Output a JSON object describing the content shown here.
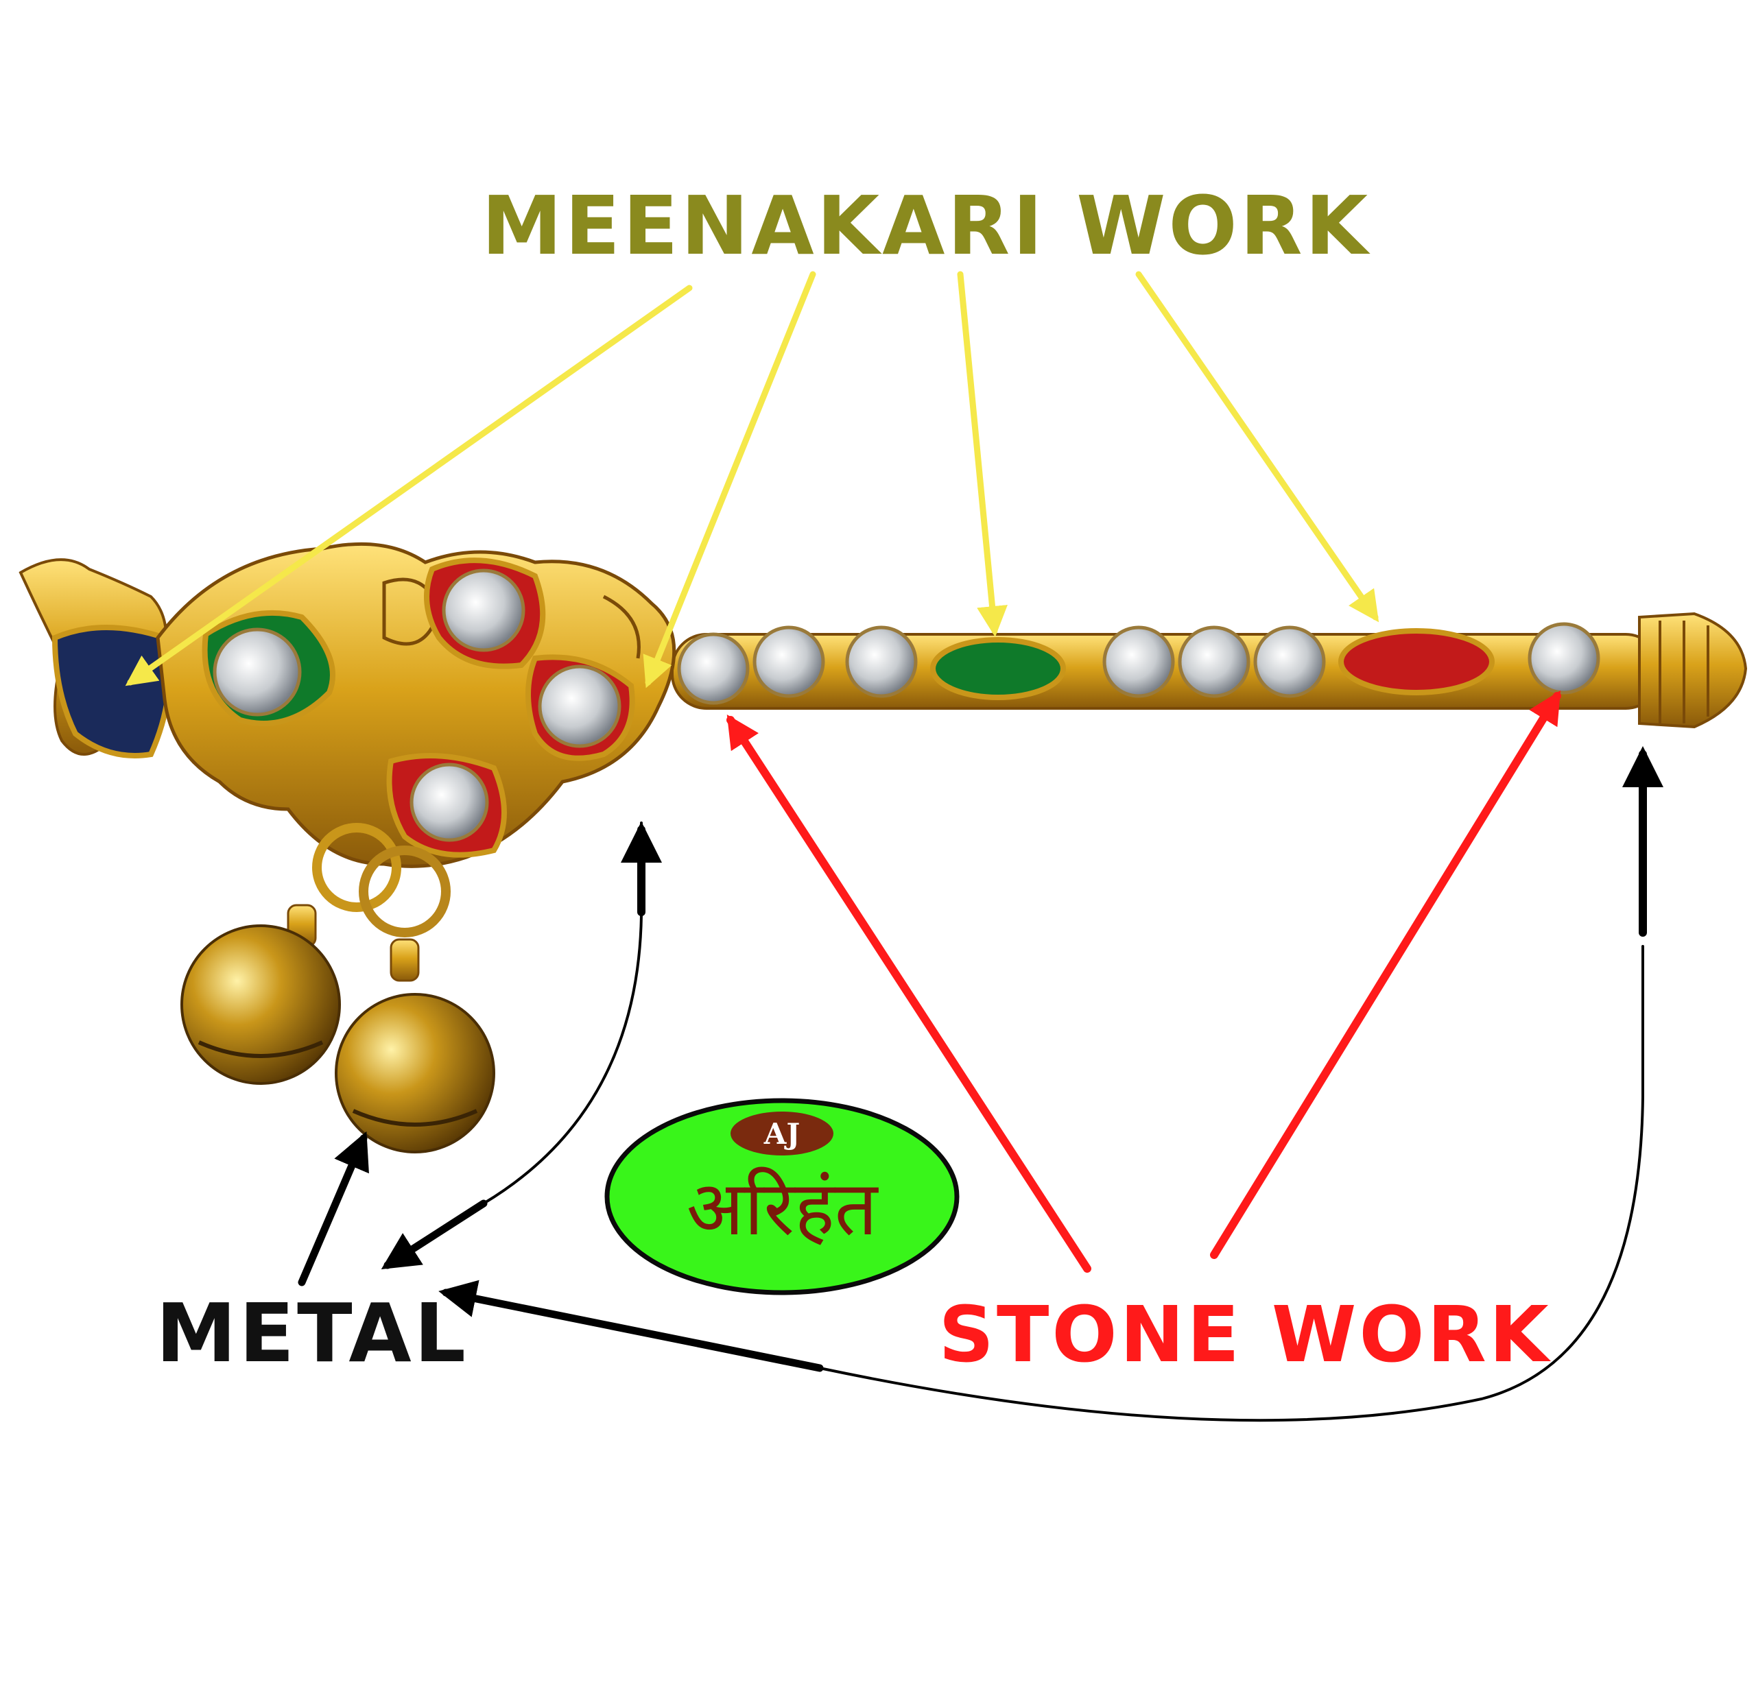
{
  "labels": {
    "meenakari": "MEENAKARI WORK",
    "stone": "STONE WORK",
    "metal": "METAL"
  },
  "logo": {
    "badge": "AJ",
    "text": "अरिहंत"
  },
  "colors": {
    "meenakari_label": "#8a8a1e",
    "meenakari_arrow": "#f5e84a",
    "stone_label": "#ff1a1a",
    "stone_arrow": "#ff1a1a",
    "metal_label": "#111111",
    "metal_arrow": "#000000",
    "gold": "#d9a21a",
    "logo_green": "#39f51a",
    "logo_badge": "#7a2a0e"
  }
}
